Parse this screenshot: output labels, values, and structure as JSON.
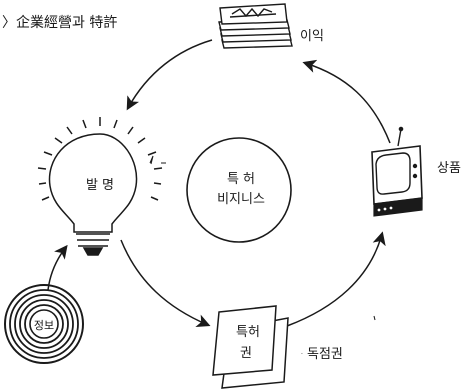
{
  "title": "〉企業經營과 特許",
  "center": {
    "line1": "특 허",
    "line2": "비지니스"
  },
  "nodes": {
    "profit": {
      "label": "이익"
    },
    "invention": {
      "label": "발 명"
    },
    "product": {
      "label": "상품"
    },
    "patent": {
      "label_line1": "특허",
      "label_line2": "권",
      "caption": "독점권"
    },
    "information": {
      "label": "정보"
    }
  },
  "colors": {
    "ink": "#1a1a1a",
    "paper": "#ffffff"
  }
}
